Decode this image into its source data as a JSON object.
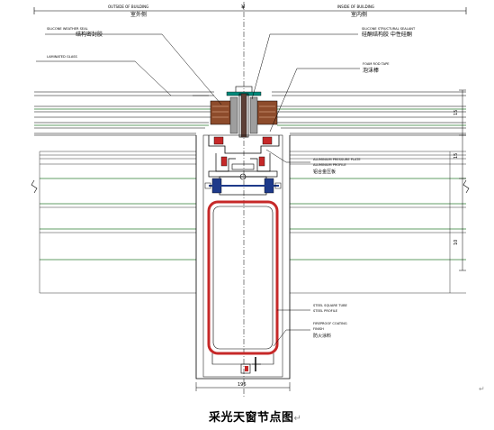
{
  "drawing": {
    "title": "采光天窗节点图",
    "return_mark": "↵",
    "top_left": {
      "label_en": "OUTSIDE OF BUILDING",
      "label_cn": "室外侧"
    },
    "top_right": {
      "label_en": "INSIDE OF BUILDING",
      "label_cn": "室内侧"
    },
    "callouts": {
      "c1_en": "SILICONE WEATHER SEAL",
      "c1_cn": "结构密封胶",
      "c2_en": "LAMINATED GLASS",
      "c3_en": "SILICONE STRUCTURAL SEALANT",
      "c3_cn": "硅酮结构胶 中性硅酮",
      "c4_en": "FOAM ROD TAPE",
      "c4_cn": "泡沫棒",
      "c5_en": "ALUMINIUM PRESSURE PLATE",
      "c5_en2": "ALUMINIUM PROFILE",
      "c5_cn": "铝合金压板",
      "c6_en": "STEEL SQUARE TUBE",
      "c6_en2": "STEEL PROFILE",
      "c7_en": "FIREPROOF COATING",
      "c7_en2": "FINISH",
      "c7_cn": "防火涂料"
    },
    "dims": {
      "bottom": "196",
      "right_a": "15",
      "right_b": "15",
      "right_c": "10"
    },
    "colors": {
      "line": "#000000",
      "glass": "#2e7d32",
      "steel": "#c62828",
      "seal": "#6d4c41",
      "blue": "#1e3a8a",
      "dim": "#444444"
    }
  }
}
